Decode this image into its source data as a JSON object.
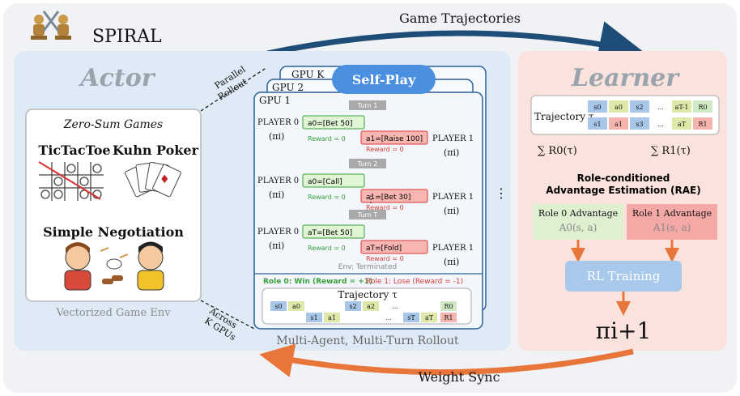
{
  "brand": {
    "name": "SPIRAL"
  },
  "top_arrow_label": "Game Trajectories",
  "bottom_arrow_label": "Weight Sync",
  "actor": {
    "title": "Actor",
    "parallel_rollout": [
      "Parallel",
      "Rollout"
    ],
    "across_gpus": [
      "Across",
      "K GPUs"
    ],
    "env_panel": {
      "heading": "Zero-Sum Games",
      "games": [
        "TicTacToe",
        "Kuhn Poker",
        "Simple Negotiation"
      ],
      "caption": "Vectorized Game Env"
    },
    "gpu_labels": [
      "GPU K",
      "GPU 2",
      "GPU 1"
    ],
    "self_play": "Self-Play",
    "rollout_caption": "Multi-Agent, Multi-Turn Rollout",
    "env_terminated": "Env: Terminated",
    "outcome": {
      "role0": "Role 0: Win (Reward = +1)",
      "role1": "Role 1: Lose (Reward = -1)"
    },
    "trajectory_label": "Trajectory τ",
    "player0": "PLAYER 0",
    "player1": "PLAYER 1",
    "policy": "(πi)",
    "turns": [
      {
        "label": "Turn 1",
        "a0": "a0=[Bet 50]",
        "r0": "Reward = 0",
        "a1": "a1=[Raise 100]",
        "r1": "Reward = 0"
      },
      {
        "label": "Turn 2",
        "a0": "a0=[Call]",
        "r0": "Reward = 0",
        "a1": "a1=[Bet 30]",
        "r1": "Reward = 0"
      },
      {
        "label": "Turn T",
        "a0": "aT=[Bet 50]",
        "r0": "Reward = 0",
        "a1": "aT=[Fold]",
        "r1": "Reward = 0"
      }
    ],
    "traj_cells_top": [
      "s0",
      "a0",
      "s2",
      "a2",
      "…",
      "R0"
    ],
    "traj_cells_bottom": [
      "s1",
      "a1",
      "…",
      "sT",
      "aT",
      "R1"
    ]
  },
  "learner": {
    "title": "Learner",
    "trajectory_label": "Trajectory τ",
    "cells_top": [
      "s0",
      "a0",
      "s2",
      "…",
      "aT-1",
      "R0"
    ],
    "cells_bottom": [
      "s1",
      "a1",
      "s3",
      "…",
      "aT",
      "R1"
    ],
    "sum0": "∑ R0(τ)",
    "sum1": "∑ R1(τ)",
    "rae_line1": "Role-conditioned",
    "rae_line2": "Advantage Estimation (RAE)",
    "role0_adv": "Role 0 Advantage",
    "role0_expr": "A0(s, a)",
    "role1_adv": "Role 1 Advantage",
    "role1_expr": "A1(s, a)",
    "rl_training": "RL Training",
    "policy_next": "πi+1"
  },
  "colors": {
    "actor_bg": "#deeaf5",
    "learner_bg": "#fae3dc",
    "outer_bg": "#f0f2f5",
    "arrow_dark": "#1e4e78",
    "arrow_orange": "#e8763a",
    "gpu_stroke": "#2b5f96",
    "selfplay": "#4a8fe0",
    "green_box": "#dff5d4",
    "red_box": "#f7b6b1",
    "role0_bg": "#dff0d0",
    "role1_bg": "#f5a9a6",
    "rl_bg": "#a8c9ec"
  }
}
